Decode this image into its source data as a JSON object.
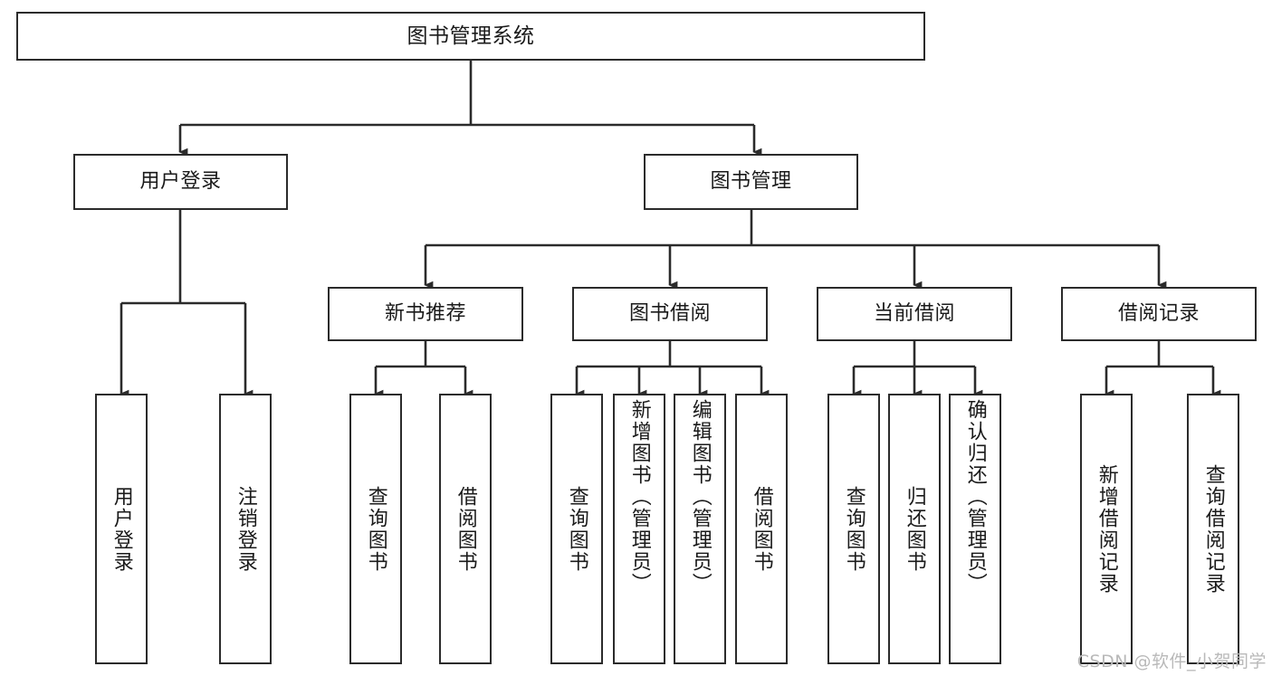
{
  "diagram": {
    "kind": "tree-hierarchy-chart",
    "title": "图书管理系统",
    "root": {
      "label": "图书管理系统"
    },
    "level2": [
      {
        "label": "用户登录"
      },
      {
        "label": "图书管理"
      }
    ],
    "level3": [
      {
        "label": "新书推荐"
      },
      {
        "label": "图书借阅"
      },
      {
        "label": "当前借阅"
      },
      {
        "label": "借阅记录"
      }
    ],
    "leaves": {
      "user_login": [
        {
          "label": "用户登录"
        },
        {
          "label": "注销登录"
        }
      ],
      "new_book": [
        {
          "label": "查询图书"
        },
        {
          "label": "借阅图书"
        }
      ],
      "borrow_book": [
        {
          "label": "查询图书"
        },
        {
          "label": "新增图书（管理员）"
        },
        {
          "label": "编辑图书（管理员）"
        },
        {
          "label": "借阅图书"
        }
      ],
      "current_borrow": [
        {
          "label": "查询图书"
        },
        {
          "label": "归还图书"
        },
        {
          "label": "确认归还（管理员）"
        }
      ],
      "borrow_record": [
        {
          "label": "新增借阅记录"
        },
        {
          "label": "查询借阅记录"
        }
      ]
    }
  },
  "watermark": {
    "text": "CSDN @软件_小贺同学"
  },
  "colors": {
    "stroke": "#2b2b2b",
    "fill": "#ffffff",
    "text": "#1a1a1a",
    "watermark": "#b9b9b9"
  }
}
